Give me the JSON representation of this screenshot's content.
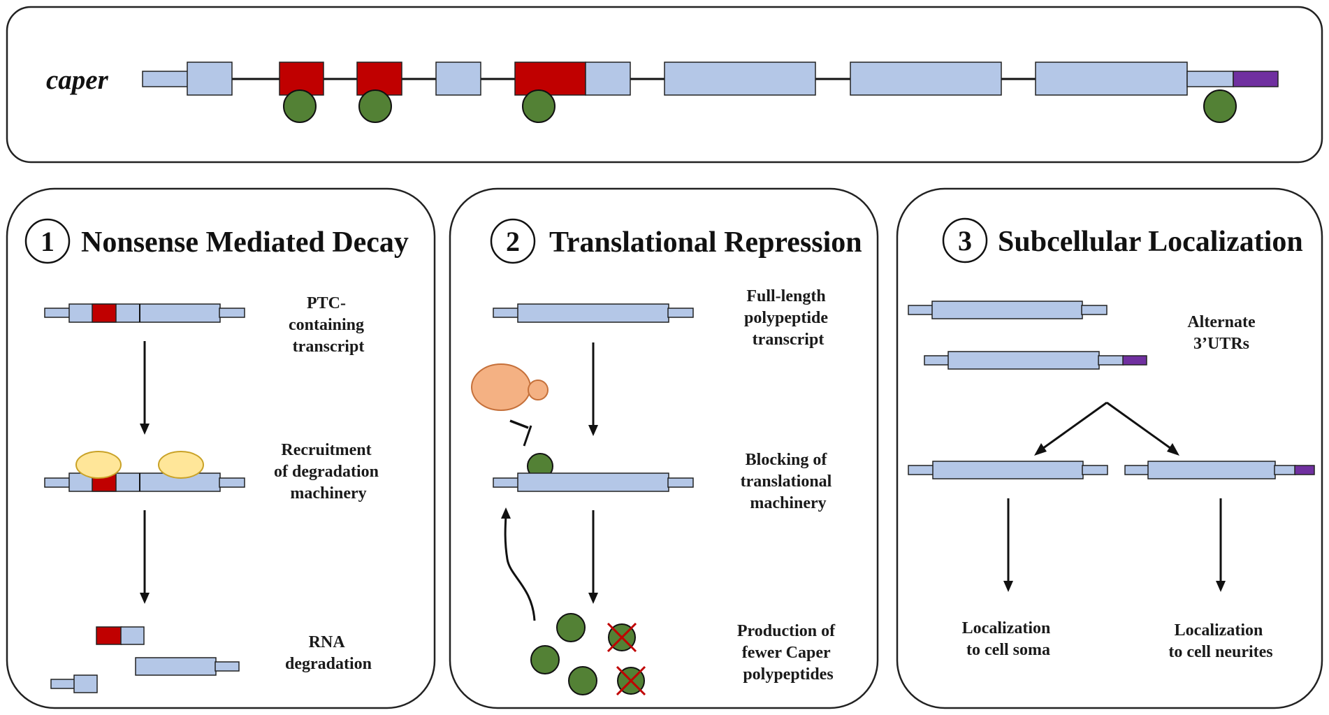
{
  "gene": {
    "name": "caper"
  },
  "colors": {
    "exon": "#b4c7e7",
    "ptc": "#c00000",
    "utr_alt": "#7030a0",
    "binding": "#538135",
    "ribosome": "#f4b183",
    "degradation": "#ffe699",
    "outline": "#222222"
  },
  "panels": [
    {
      "number": "1",
      "title": "Nonsense Mediated Decay",
      "steps": [
        {
          "lines": [
            "PTC-",
            "containing",
            "transcript"
          ]
        },
        {
          "lines": [
            "Recruitment",
            "of degradation",
            "machinery"
          ]
        },
        {
          "lines": [
            "RNA",
            "degradation"
          ]
        }
      ]
    },
    {
      "number": "2",
      "title": "Translational Repression",
      "steps": [
        {
          "lines": [
            "Full-length",
            "polypeptide",
            "transcript"
          ]
        },
        {
          "lines": [
            "Blocking of",
            "translational",
            "machinery"
          ]
        },
        {
          "lines": [
            "Production of",
            "fewer Caper",
            "polypeptides"
          ]
        }
      ]
    },
    {
      "number": "3",
      "title": "Subcellular Localization",
      "steps": [
        {
          "lines": [
            "Alternate",
            "3’UTRs"
          ]
        },
        {
          "lines": [
            "Localization",
            "to cell soma"
          ]
        },
        {
          "lines": [
            "Localization",
            "to cell neurites"
          ]
        }
      ]
    }
  ]
}
